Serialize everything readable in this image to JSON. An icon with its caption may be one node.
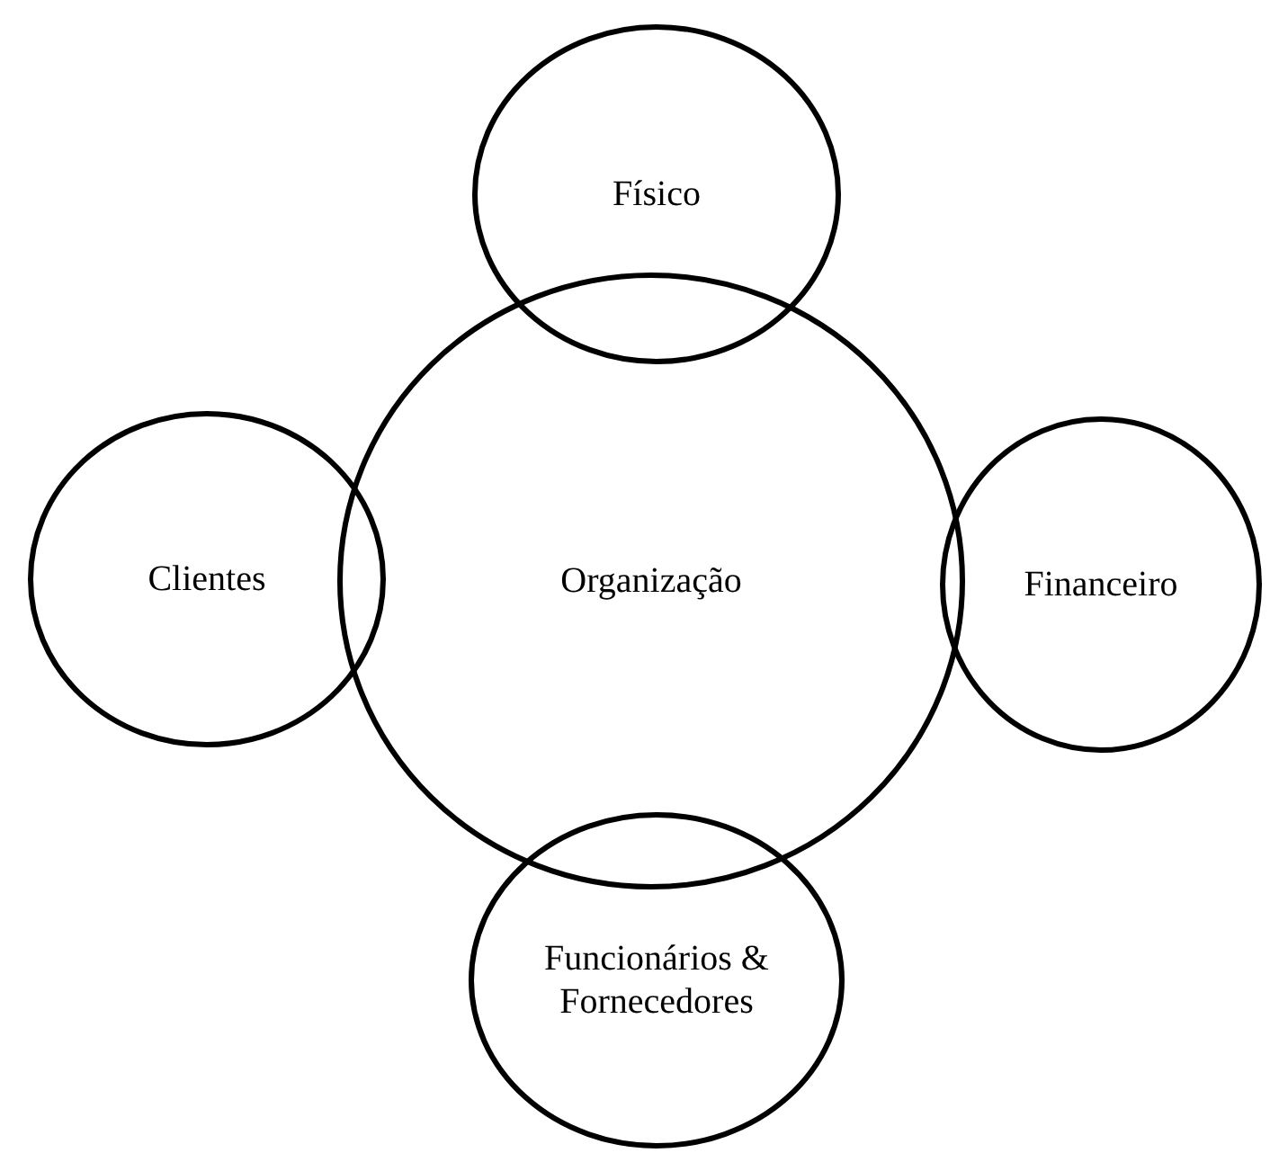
{
  "diagram": {
    "nodes": [
      {
        "text": [
          "Físico"
        ]
      },
      {
        "text": [
          "Clientes"
        ]
      },
      {
        "text": [
          "Organização"
        ]
      },
      {
        "text": [
          "Financeiro"
        ]
      },
      {
        "text": [
          "Funcionários & Fornecedores"
        ]
      }
    ]
  }
}
